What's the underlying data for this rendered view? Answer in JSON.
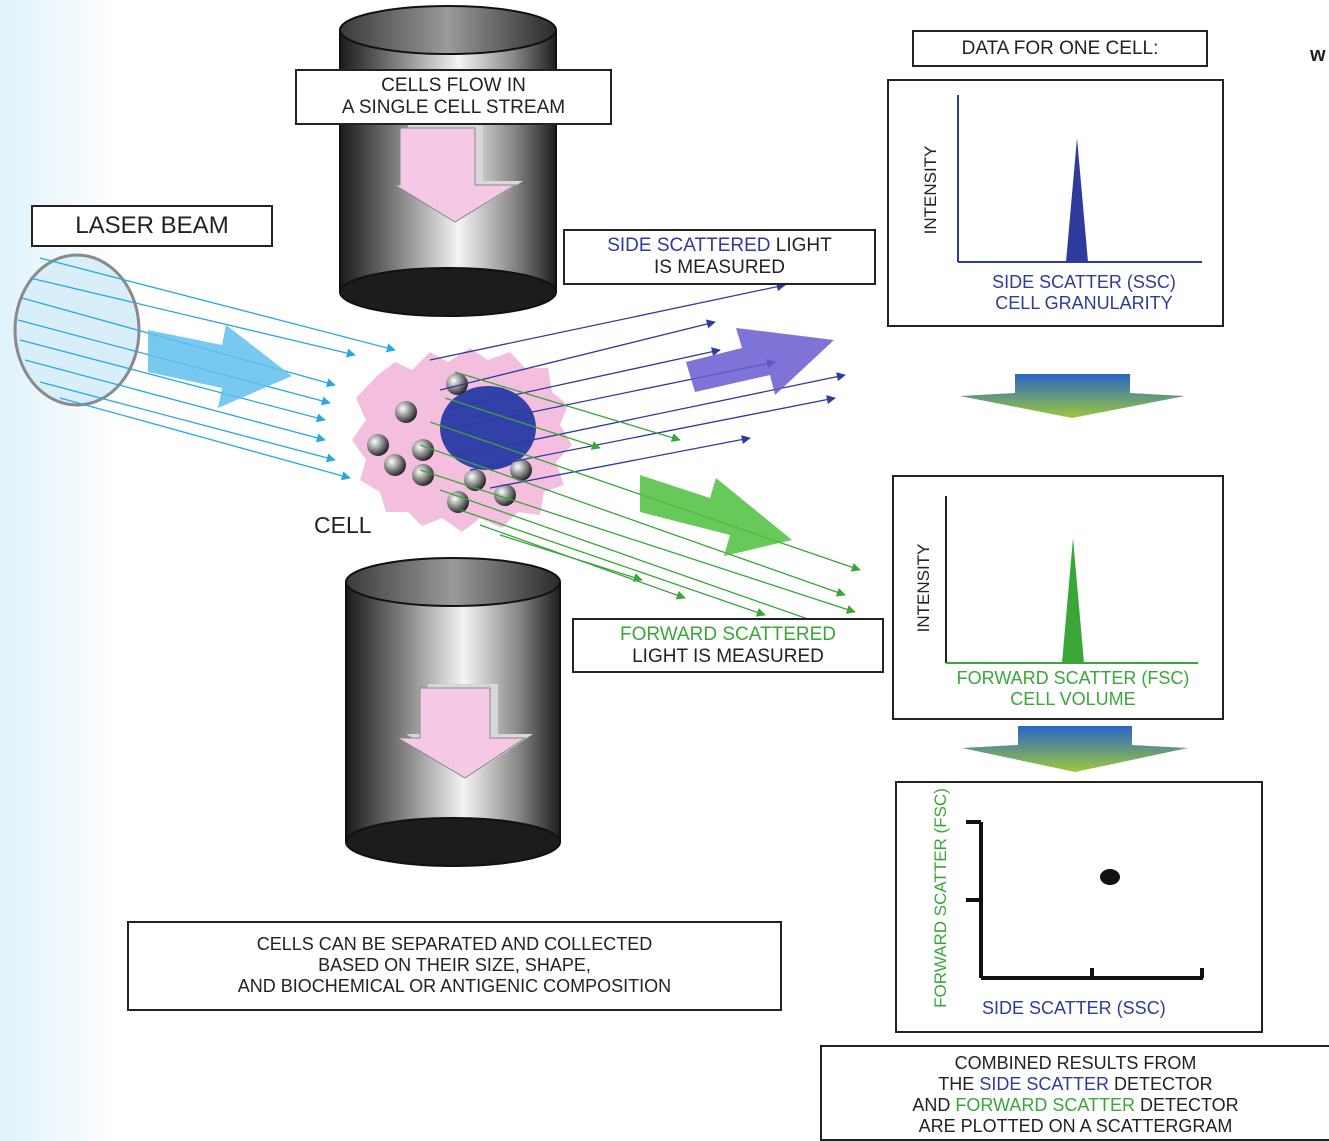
{
  "labels": {
    "cells_flow_line1": "CELLS FLOW IN",
    "cells_flow_line2": "A SINGLE CELL STREAM",
    "laser_beam": "LASER BEAM",
    "side_measured_colored": "SIDE SCATTERED",
    "side_measured_rest": " LIGHT",
    "side_measured_line2": "IS MEASURED",
    "forward_measured_line1": "FORWARD SCATTERED",
    "forward_measured_line2": "LIGHT IS MEASURED",
    "cell": "CELL",
    "data_one_cell": "DATA FOR ONE CELL:",
    "corner_letter": "w",
    "separation_line1": "CELLS CAN BE SEPARATED AND COLLECTED",
    "separation_line2": "BASED ON THEIR SIZE, SHAPE,",
    "separation_line3": "AND BIOCHEMICAL OR ANTIGENIC COMPOSITION",
    "combined_line1": "COMBINED RESULTS FROM",
    "combined_line2_a": "THE ",
    "combined_line2_b": "SIDE SCATTER",
    "combined_line2_c": " DETECTOR",
    "combined_line3_a": "AND ",
    "combined_line3_b": "FORWARD SCATTER",
    "combined_line3_c": " DETECTOR",
    "combined_line4": "ARE PLOTTED ON A SCATTERGRAM"
  },
  "plots": {
    "ssc": {
      "ylabel": "INTENSITY",
      "xlabel_line1": "SIDE SCATTER (SSC)",
      "xlabel_line2": "CELL GRANULARITY",
      "color": "#2e3a9c"
    },
    "fsc": {
      "ylabel": "INTENSITY",
      "xlabel_line1": "FORWARD SCATTER (FSC)",
      "xlabel_line2": "CELL VOLUME",
      "color": "#3aa63a"
    },
    "scatter": {
      "ylabel": "FORWARD SCATTER (FSC)",
      "xlabel": "SIDE SCATTER (SSC)"
    }
  },
  "colors": {
    "laser": "#29a8e0",
    "side_scatter": "#2e3a9c",
    "forward_scatter": "#3aa63a",
    "flow_arrow": "#f5c8e6",
    "cell_membrane": "#f3b7dc",
    "nucleus": "#3340a8"
  }
}
